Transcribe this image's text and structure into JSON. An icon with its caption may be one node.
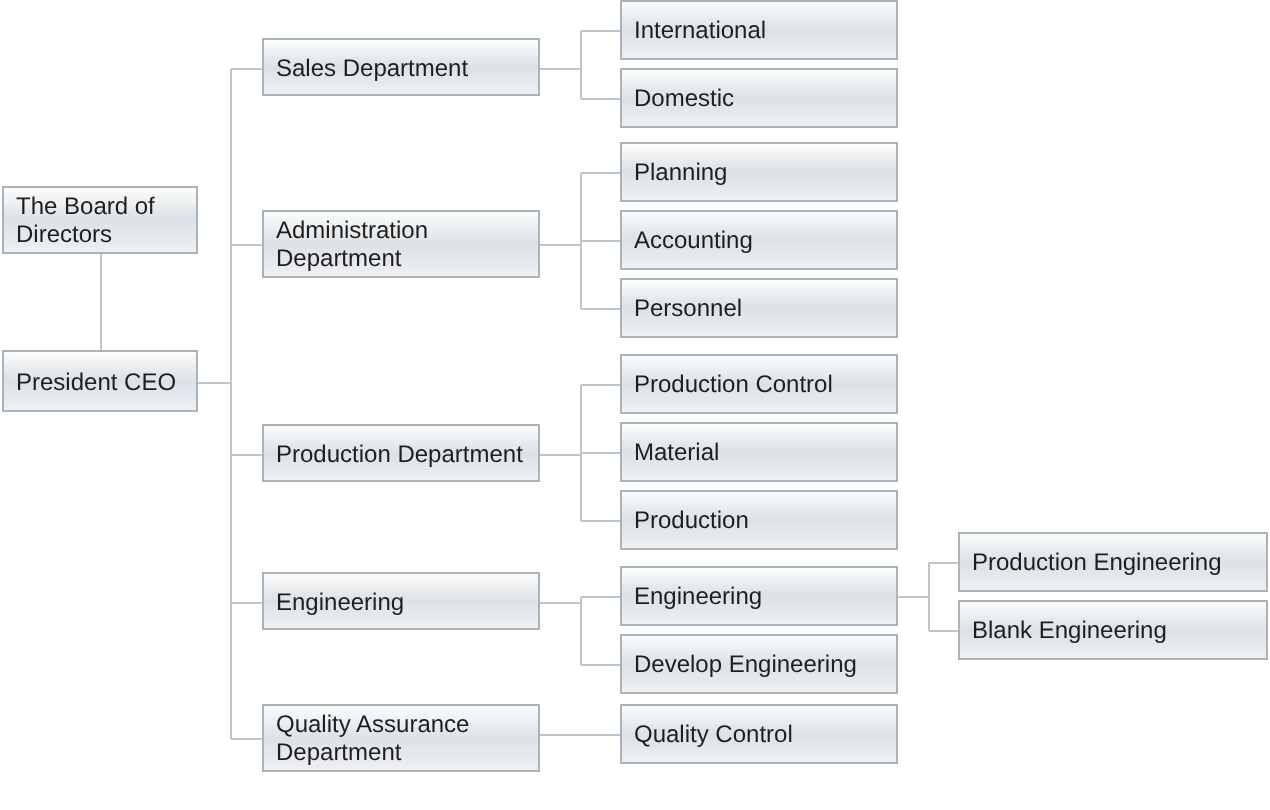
{
  "diagram": {
    "nodes": [
      {
        "text": [
          "The Board of Directors"
        ]
      },
      {
        "text": [
          "President CEO"
        ]
      },
      {
        "text": [
          "Sales Department"
        ]
      },
      {
        "text": [
          "Administration Department"
        ]
      },
      {
        "text": [
          "Production Department"
        ]
      },
      {
        "text": [
          "Engineering"
        ]
      },
      {
        "text": [
          "Quality Assurance Department"
        ]
      },
      {
        "text": [
          "International"
        ]
      },
      {
        "text": [
          "Domestic"
        ]
      },
      {
        "text": [
          "Planning"
        ]
      },
      {
        "text": [
          "Accounting"
        ]
      },
      {
        "text": [
          "Personnel"
        ]
      },
      {
        "text": [
          "Production Control"
        ]
      },
      {
        "text": [
          "Material"
        ]
      },
      {
        "text": [
          "Production"
        ]
      },
      {
        "text": [
          "Engineering"
        ]
      },
      {
        "text": [
          "Develop Engineering"
        ]
      },
      {
        "text": [
          "Quality Control"
        ]
      },
      {
        "text": [
          "Production Engineering"
        ]
      },
      {
        "text": [
          "Blank Engineering"
        ]
      }
    ],
    "edges": [
      {
        "from": 0,
        "to": 1,
        "arrow": "none"
      },
      {
        "from": 1,
        "to": 2,
        "arrow": "none"
      },
      {
        "from": 1,
        "to": 3,
        "arrow": "none"
      },
      {
        "from": 1,
        "to": 4,
        "arrow": "none"
      },
      {
        "from": 1,
        "to": 5,
        "arrow": "none"
      },
      {
        "from": 1,
        "to": 6,
        "arrow": "none"
      },
      {
        "from": 2,
        "to": 7,
        "arrow": "none"
      },
      {
        "from": 2,
        "to": 8,
        "arrow": "none"
      },
      {
        "from": 3,
        "to": 9,
        "arrow": "none"
      },
      {
        "from": 3,
        "to": 10,
        "arrow": "none"
      },
      {
        "from": 3,
        "to": 11,
        "arrow": "none"
      },
      {
        "from": 4,
        "to": 12,
        "arrow": "none"
      },
      {
        "from": 4,
        "to": 13,
        "arrow": "none"
      },
      {
        "from": 4,
        "to": 14,
        "arrow": "none"
      },
      {
        "from": 5,
        "to": 15,
        "arrow": "none"
      },
      {
        "from": 5,
        "to": 16,
        "arrow": "none"
      },
      {
        "from": 6,
        "to": 17,
        "arrow": "none"
      },
      {
        "from": 15,
        "to": 18,
        "arrow": "none"
      },
      {
        "from": 15,
        "to": 19,
        "arrow": "none"
      }
    ]
  }
}
